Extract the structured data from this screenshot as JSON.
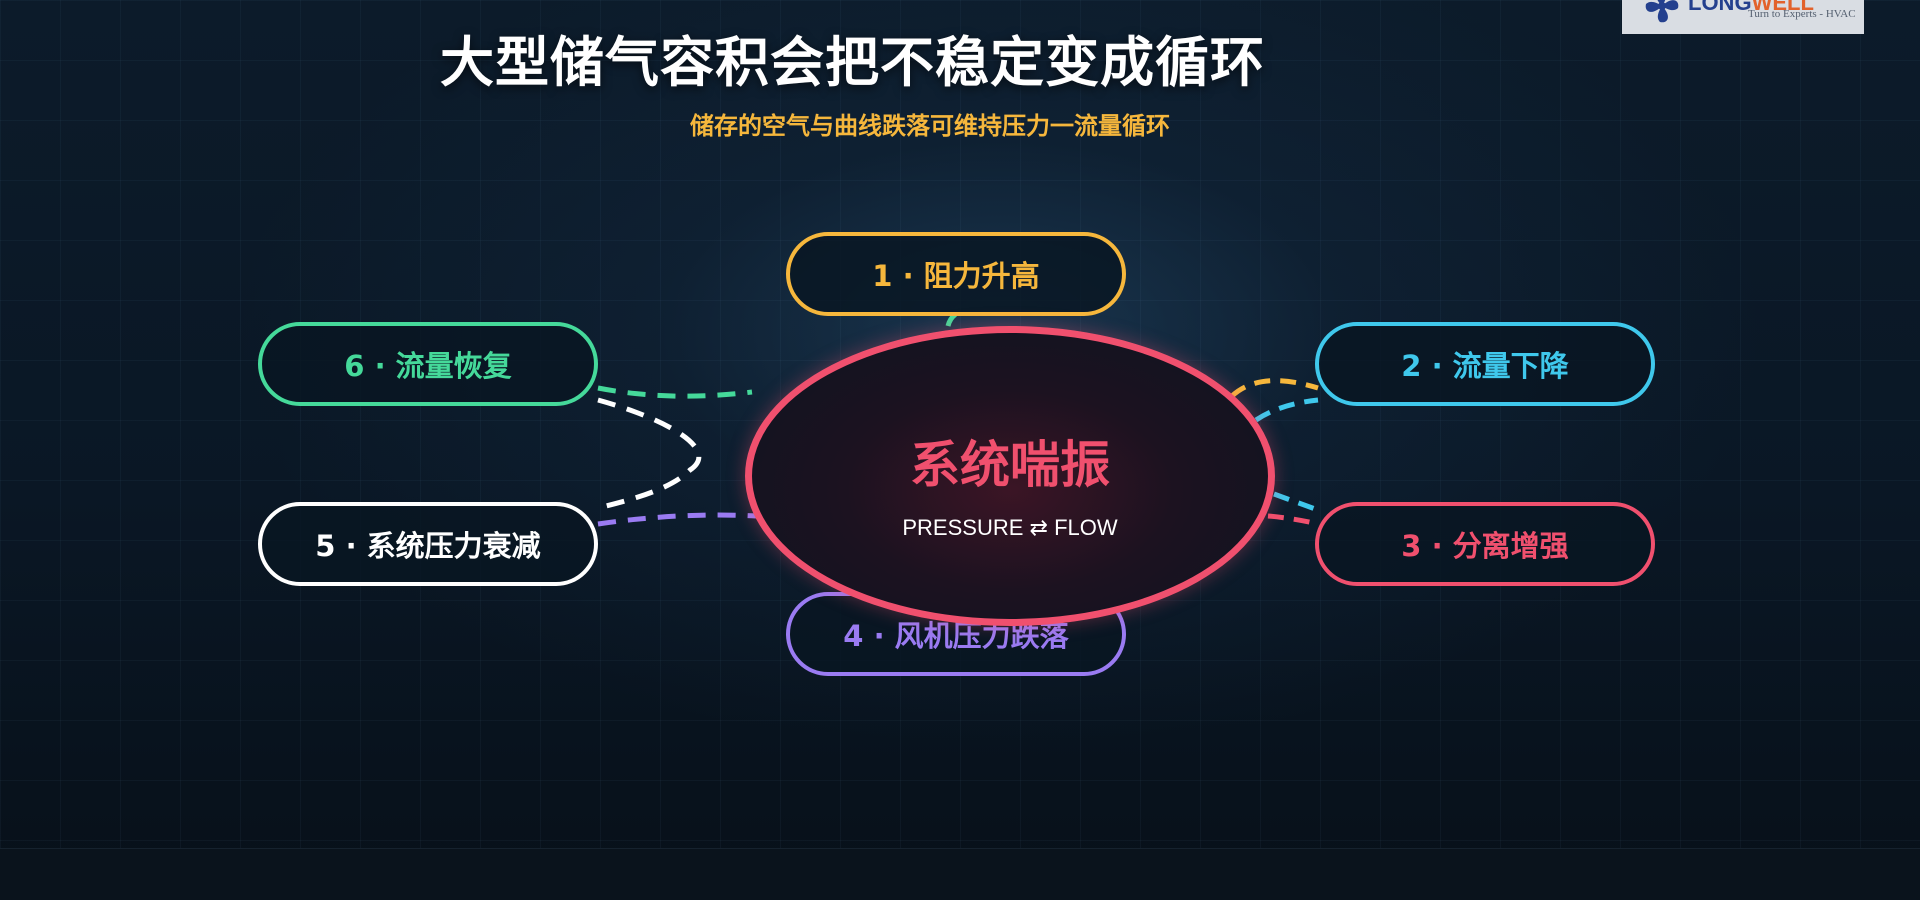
{
  "slide": {
    "title": "大型储气容积会把不稳定变成循环",
    "subtitle": "储存的空气与曲线跌落可维持压力一流量循环"
  },
  "logo": {
    "brand_main": "LONG",
    "brand_accent": "WELL",
    "tagline": "Turn to Experts - HVAC"
  },
  "center": {
    "title": "系统喘振",
    "subtitle": "PRESSURE ⇄ FLOW",
    "color": "#f0506e"
  },
  "nodes": [
    {
      "label": "1 · 阻力升高",
      "color": "#f6b73c"
    },
    {
      "label": "2 · 流量下降",
      "color": "#3fc8ec"
    },
    {
      "label": "3 · 分离增强",
      "color": "#f0506e"
    },
    {
      "label": "4 · 风机压力跌落",
      "color": "#9a7bf2"
    },
    {
      "label": "5 · 系统压力衰减",
      "color": "#ffffff"
    },
    {
      "label": "6 · 流量恢复",
      "color": "#45d99a"
    }
  ]
}
